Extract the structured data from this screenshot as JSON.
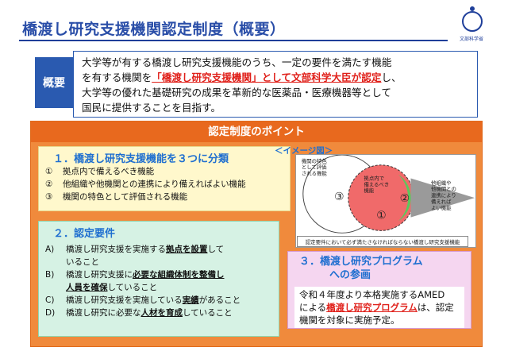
{
  "header": {
    "title": "橋渡し研究支援機関認定制度（概要）",
    "logo_text": "文部科学省"
  },
  "overview": {
    "label": "概要",
    "line1": "大学等が有する橋渡し研究支援機能のうち、一定の要件を満たす機能",
    "line2_pre": "を有する機関を",
    "line2_highlight": "「橋渡し研究支援機関」として文部科学大臣が認定",
    "line2_post": "し、",
    "line3": "大学等の優れた基礎研究の成果を革新的な医薬品・医療機器等として",
    "line4": "国民に提供することを目指す。"
  },
  "points": {
    "header": "認定制度のポイント",
    "image_label": "＜イメージ図＞",
    "section1": {
      "title": "１．橋渡し研究支援機能を３つに分類",
      "items": [
        {
          "num": "①",
          "text": "拠点内で備えるべき機能"
        },
        {
          "num": "②",
          "text": "他組織や他機関との連携により備えればよい機能"
        },
        {
          "num": "③",
          "text": "機関の特色として評価される機能"
        }
      ]
    },
    "section2": {
      "title": "２．認定要件",
      "items": [
        {
          "num": "A)",
          "pre": "橋渡し研究支援を実施する",
          "bold": "拠点を設置",
          "post": "して",
          "cont": "いること"
        },
        {
          "num": "B)",
          "pre": "橋渡し研究支援に",
          "bold": "必要な組織体制を整備し",
          "post": "",
          "cont_bold": "人員を確保",
          "cont": "していること"
        },
        {
          "num": "C)",
          "pre": "橋渡し研究支援を実施している",
          "bold": "実績",
          "post": "があること"
        },
        {
          "num": "D)",
          "pre": "橋渡し研究に必要な",
          "bold": "人材を育成",
          "post": "していること"
        }
      ]
    },
    "section3": {
      "title_line1": "３．橋渡し研究プログラム",
      "title_line2": "への参画",
      "body_line1": "令和４年度より本格実施するAMED",
      "body_line2_pre": "による",
      "body_line2_highlight": "橋渡し研究プログラム",
      "body_line2_post": "は、認定",
      "body_line3": "機関を対象に実施予定。"
    },
    "diagram": {
      "label3": "機関の特色として評価される機能",
      "num3": "③",
      "label1": "拠点内で備えるべき機能",
      "num1": "①",
      "num2": "②",
      "label2": "他組織や他機関との連携により備えればよい機能",
      "caption": "認定要件において必ず満たさなければならない橋渡し研究支援機能"
    }
  },
  "colors": {
    "title_blue": "#2a4ea8",
    "accent_orange": "#e8691e",
    "highlight_red": "#e0201a",
    "circle_red": "#f06a6a",
    "circle_green": "#5cc85c",
    "arrow_gray": "#9a9a9a"
  }
}
